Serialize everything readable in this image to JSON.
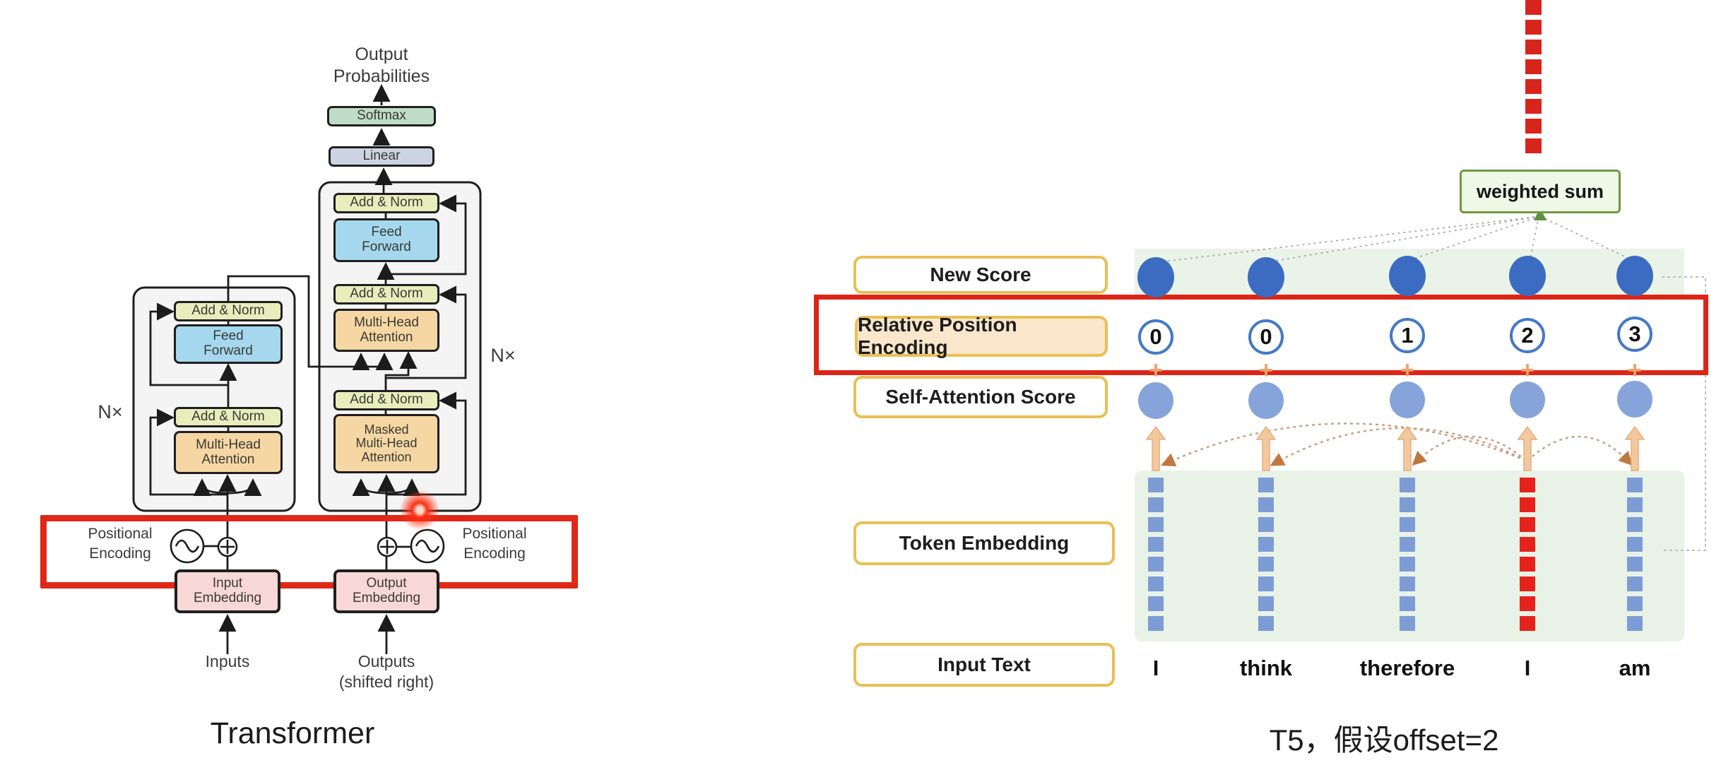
{
  "left": {
    "caption": "Transformer",
    "output_probabilities": [
      "Output",
      "Probabilities"
    ],
    "boxes": {
      "softmax": "Softmax",
      "linear": "Linear",
      "add_norm": "Add & Norm",
      "feed_forward": [
        "Feed",
        "Forward"
      ],
      "multi_head": [
        "Multi-Head",
        "Attention"
      ],
      "masked_multi_head": [
        "Masked",
        "Multi-Head",
        "Attention"
      ],
      "input_embedding": [
        "Input",
        "Embedding"
      ],
      "output_embedding": [
        "Output",
        "Embedding"
      ]
    },
    "n_times_left": "N×",
    "n_times_right": "N×",
    "positional_encoding": [
      "Positional",
      "Encoding"
    ],
    "inputs_label": "Inputs",
    "outputs_label": "Outputs",
    "outputs_sub": "(shifted right)"
  },
  "right": {
    "caption": "T5，假设offset=2",
    "weighted_sum_label": "weighted sum",
    "row_labels": {
      "new_score": "New Score",
      "relative_position_encoding": "Relative Position Encoding",
      "self_attention_score": "Self-Attention Score",
      "token_embedding": "Token Embedding",
      "input_text": "Input Text"
    },
    "position_values": [
      "0",
      "0",
      "1",
      "2",
      "3"
    ],
    "tokens": [
      "I",
      "think",
      "therefore",
      "I",
      "am"
    ],
    "plus_sign": "+"
  },
  "colors": {
    "highlight_red": "#df2817",
    "box_border_yellow": "#e9bf55",
    "rpe_fill": "#fae6cb",
    "new_score_blue": "#3b6cc1",
    "attention_blue": "#86a4da",
    "token_blue": "#7d9cd6",
    "token_red": "#e5231b",
    "green_bg": "#e9f2e6",
    "weighted_sum_green": "#6f9940",
    "softmax_green": "#bfdcc6",
    "linear_gray": "#cdd3e0",
    "addnorm_yellow": "#e7eebc",
    "ff_blue": "#a5d8ee",
    "mha_orange": "#f6d7a4",
    "embedding_pink": "#f8d8d6"
  }
}
